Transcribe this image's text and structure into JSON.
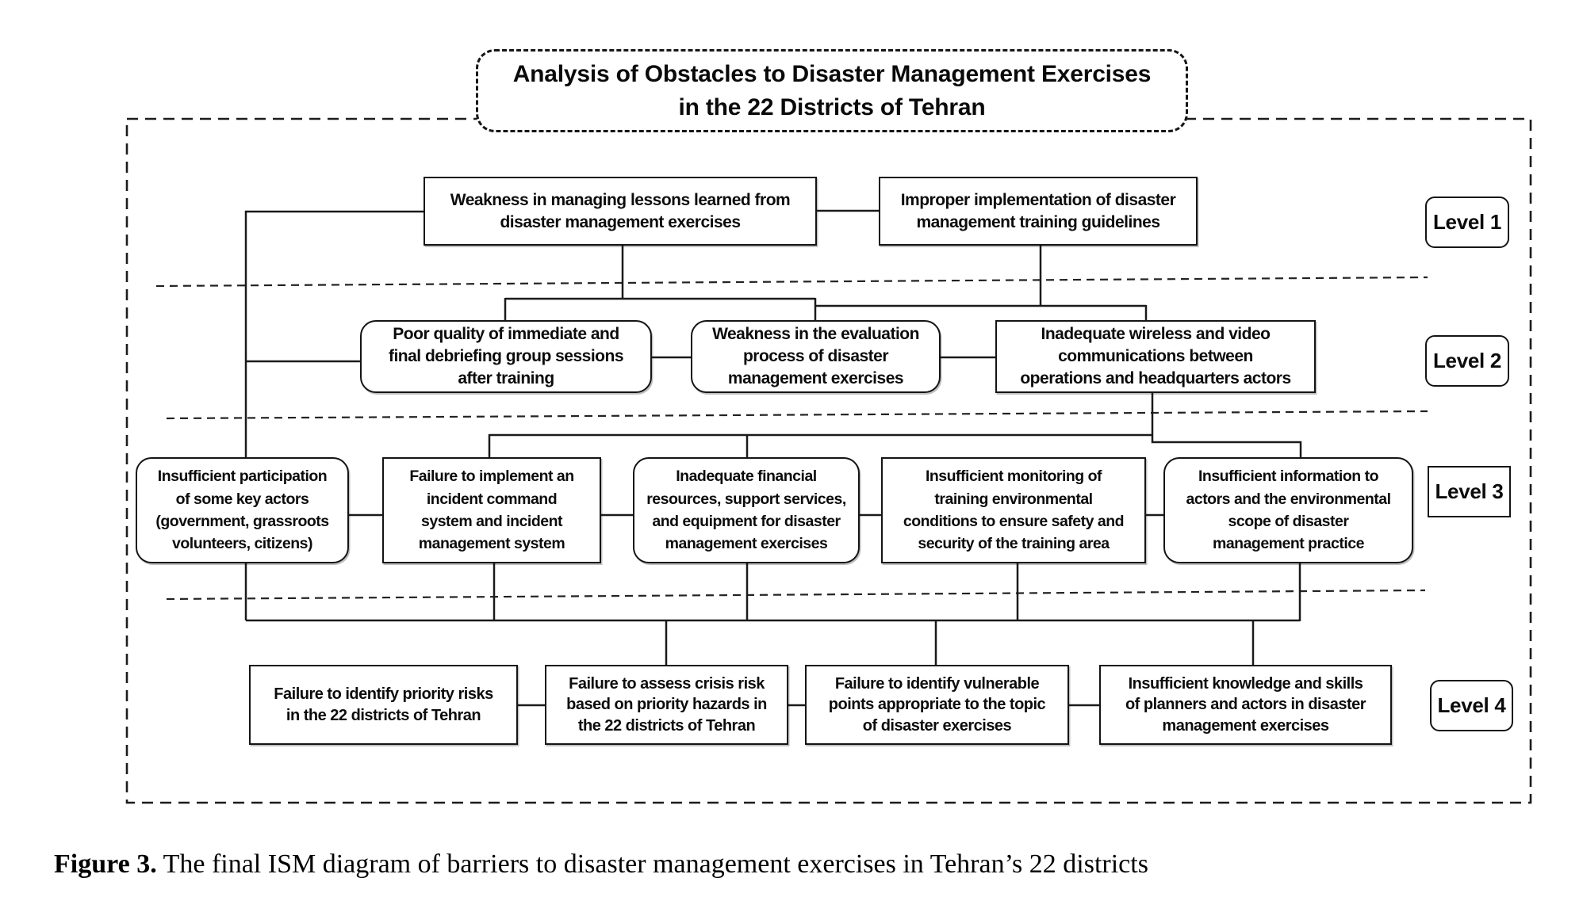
{
  "title": "Analysis of Obstacles to Disaster Management Exercises\nin the 22 Districts of Tehran",
  "level_labels": [
    {
      "label": "Level 1"
    },
    {
      "label": "Level 2"
    },
    {
      "label": "Level 3"
    },
    {
      "label": "Level 4"
    }
  ],
  "nodes": {
    "level1": [
      {
        "label": "Weakness in managing lessons learned from\ndisaster management exercises"
      },
      {
        "label": "Improper implementation of disaster\nmanagement training guidelines"
      }
    ],
    "level2": [
      {
        "label": "Poor quality of immediate and\nfinal debriefing group sessions\nafter training"
      },
      {
        "label": "Weakness in the evaluation\nprocess of disaster\nmanagement exercises"
      },
      {
        "label": "Inadequate wireless and video\ncommunications between\noperations and headquarters actors"
      }
    ],
    "level3": [
      {
        "label": "Insufficient participation\nof some key actors\n(government, grassroots\nvolunteers, citizens)"
      },
      {
        "label": "Failure to implement an\nincident command\nsystem and incident\nmanagement system"
      },
      {
        "label": "Inadequate financial\nresources, support services,\nand equipment for disaster\nmanagement exercises"
      },
      {
        "label": "Insufficient monitoring of\ntraining environmental\nconditions to ensure safety and\nsecurity of the training area"
      },
      {
        "label": "Insufficient information to\nactors and the environmental\nscope of disaster\nmanagement practice"
      }
    ],
    "level4": [
      {
        "label": "Failure to identify priority risks\nin the 22 districts of Tehran"
      },
      {
        "label": "Failure to assess crisis risk\nbased on priority hazards in\nthe 22 districts of Tehran"
      },
      {
        "label": "Failure to identify vulnerable\npoints appropriate to the topic\nof disaster exercises"
      },
      {
        "label": "Insufficient knowledge and skills\nof planners and actors in disaster\nmanagement exercises"
      }
    ]
  },
  "caption": {
    "prefix": "Figure 3.",
    "text": " The final ISM diagram of barriers to disaster management exercises in Tehran’s 22 districts"
  },
  "colors": {
    "ink": "#141414",
    "background": "#ffffff"
  }
}
